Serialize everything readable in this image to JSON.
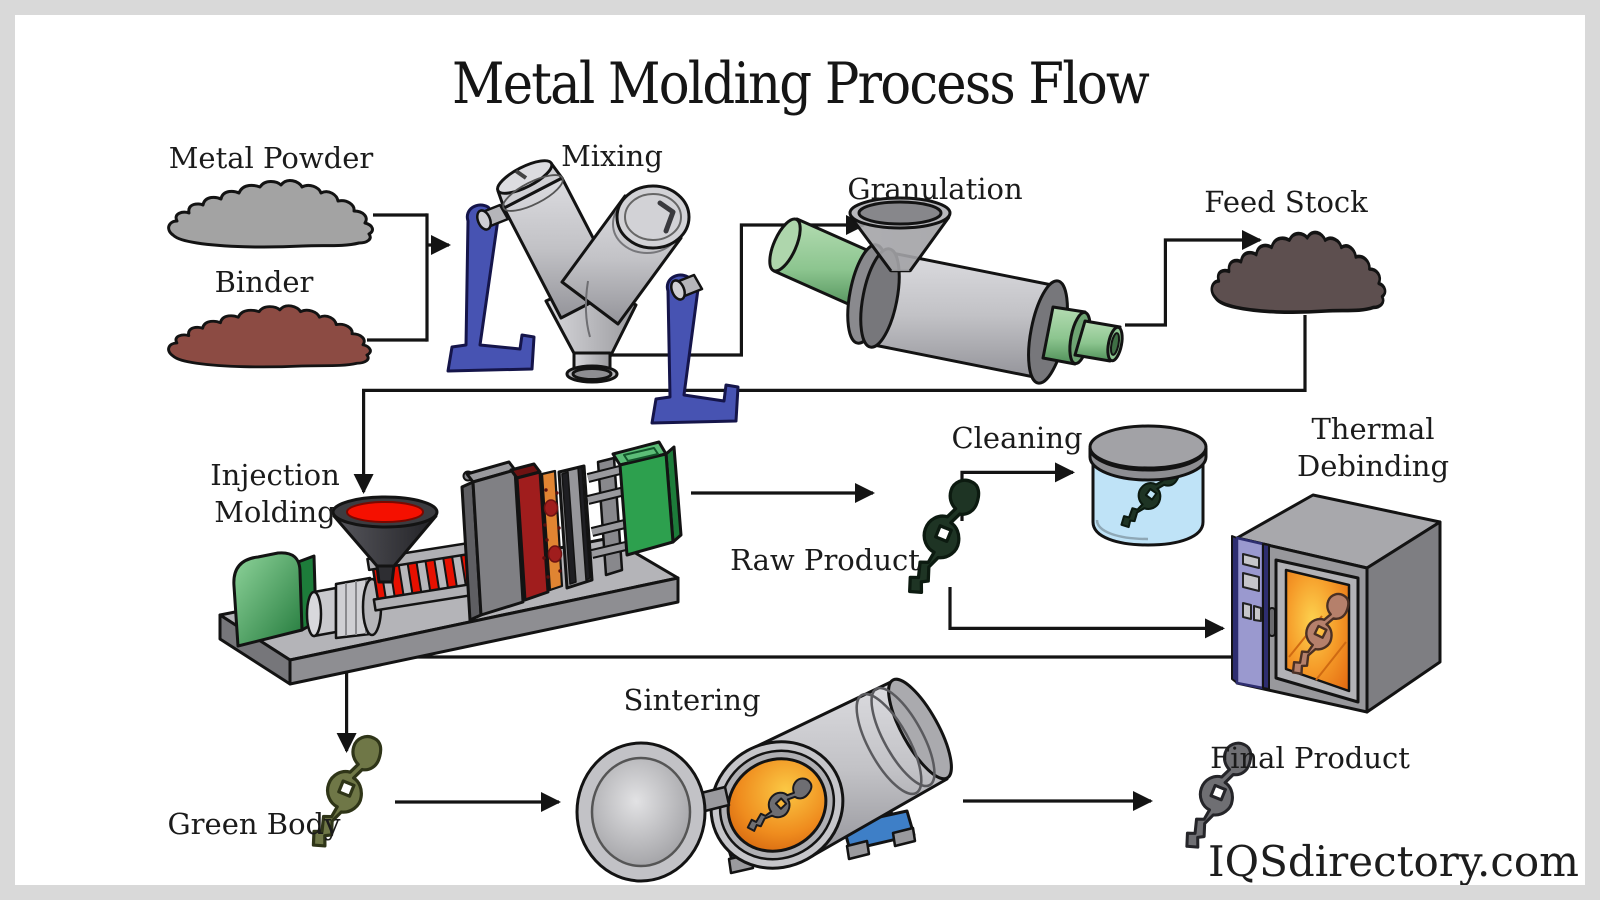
{
  "title": "Metal Molding Process Flow",
  "watermark": "IQSdirectory.com",
  "stages": {
    "metal_powder": "Metal Powder",
    "binder": "Binder",
    "mixing": "Mixing",
    "granulation": "Granulation",
    "feed_stock": "Feed Stock",
    "injection_molding_line1": "Injection",
    "injection_molding_line2": "Molding",
    "raw_product": "Raw Product",
    "cleaning": "Cleaning",
    "thermal_debinding_line1": "Thermal",
    "thermal_debinding_line2": "Debinding",
    "green_body": "Green Body",
    "sintering": "Sintering",
    "final_product": "Final Product"
  },
  "colors": {
    "background": "#ffffff",
    "frame": "#d9d9d9",
    "connector_line": "#141414",
    "metal_powder_pile": "#a3a3a3",
    "binder_pile": "#8c4b43",
    "feed_stock_pile": "#5d4f4f",
    "mixer_body_gray": "#c7c7cb",
    "mixer_stand_blue": "#4753b2",
    "granulator_green": "#8cc58f",
    "machine_gray": "#b4b4b8",
    "molten_red": "#e81000",
    "mold_dark_red": "#a01d1d",
    "mold_orange": "#e08432",
    "machine_green": "#2da04e",
    "raw_product_part": "#1e3424",
    "green_body_part": "#6f7747",
    "final_product_part": "#6f6f73",
    "cleaning_liquid": "#bfe3f7",
    "furnace_glow_orange": "#ef8c1e",
    "oven_panel_purple": "#9a99cf",
    "sinter_stand_blue": "#3e7fc7"
  }
}
